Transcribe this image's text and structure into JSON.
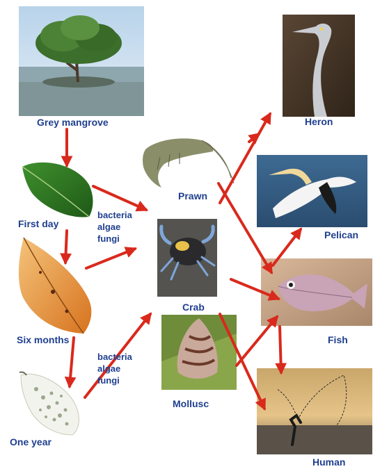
{
  "diagram": {
    "organisms": {
      "grey_mangrove": "Grey mangrove",
      "first_day": "First day",
      "six_months": "Six months",
      "one_year": "One year",
      "prawn": "Prawn",
      "crab": "Crab",
      "mollusc": "Mollusc",
      "heron": "Heron",
      "pelican": "Pelican",
      "fish": "Fish",
      "human": "Human"
    },
    "decomposers_1": [
      "bacteria",
      "algae",
      "fungi"
    ],
    "decomposers_2": [
      "bacteria",
      "algae",
      "fungi"
    ]
  },
  "colors": {
    "label": "#1f3f8f",
    "arrow": "#d9291c"
  }
}
